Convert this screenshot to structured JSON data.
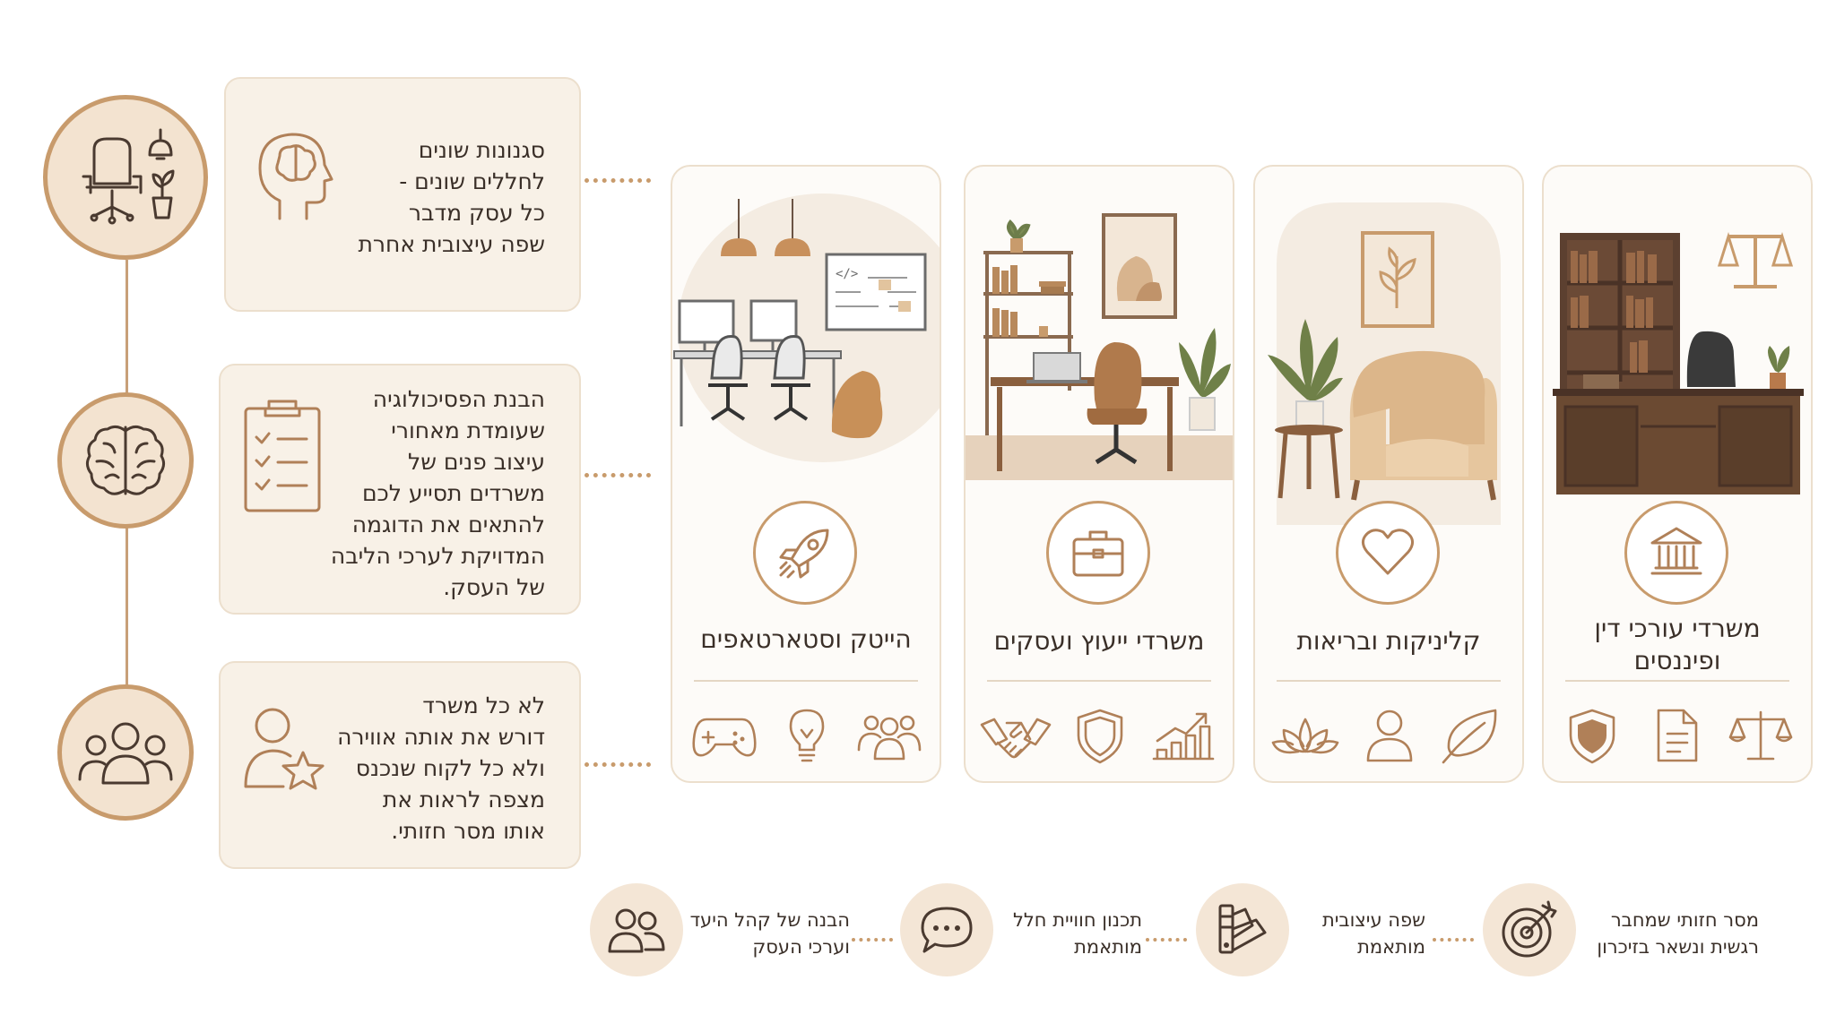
{
  "left_column": {
    "items": [
      {
        "icon": "office-chair-lamp-plant-icon",
        "text": "סגנונות שונים\nלחללים שונים -\nכל עסק מדבר\nשפה עיצובית אחרת",
        "box_icon": "head-brain-icon"
      },
      {
        "icon": "brain-icon",
        "text": "הבנת הפסיכולוגיה\nשעומדת מאחורי\nעיצוב פנים של\nמשרדים תסייע לכם\nלהתאים את הדוגמה\nהמדויקת לערכי הליבה\nשל העסק.",
        "box_icon": "clipboard-checklist-icon"
      },
      {
        "icon": "group-people-icon",
        "text": "לא כל משרד\nדורש את אותה אווירה\nולא כל לקוח שנכנס\nמצפה לראות את\nאותו מסר חזותי.",
        "box_icon": "person-star-icon"
      }
    ]
  },
  "cards": [
    {
      "title": "הייטק וסטארטאפים",
      "illustration": "hightech-office-illustration",
      "main_icon": "rocket-icon",
      "icons": [
        "gamepad-icon",
        "lightbulb-icon",
        "team-icon"
      ]
    },
    {
      "title": "משרדי ייעוץ ועסקים",
      "illustration": "consulting-office-illustration",
      "main_icon": "briefcase-icon",
      "icons": [
        "handshake-icon",
        "shield-icon",
        "growth-chart-icon"
      ]
    },
    {
      "title": "קליניקות ובריאות",
      "illustration": "clinic-room-illustration",
      "main_icon": "heart-icon",
      "icons": [
        "lotus-icon",
        "person-icon",
        "leaf-icon"
      ]
    },
    {
      "title": "משרדי עורכי דין\nופיננסים",
      "illustration": "law-office-illustration",
      "main_icon": "bank-building-icon",
      "icons": [
        "shield-filled-icon",
        "document-icon",
        "scales-icon"
      ]
    }
  ],
  "bottom_row": [
    {
      "icon": "people-pair-icon",
      "text": "הבנה של קהל היעד\nוערכי העסק"
    },
    {
      "icon": "speech-bubble-icon",
      "text": "תכנון חוויית חלל\nמותאמת"
    },
    {
      "icon": "color-swatch-icon",
      "text": "שפה עיצובית\nמותאמת"
    },
    {
      "icon": "target-arrow-icon",
      "text": "מסר חזותי שמחבר\nרגשית ונשאר בזיכרון"
    }
  ],
  "colors": {
    "accent": "#c89b6c",
    "box_bg": "#f8f1e7",
    "circle_bg": "#f3e3d0",
    "text": "#3a2f28"
  }
}
